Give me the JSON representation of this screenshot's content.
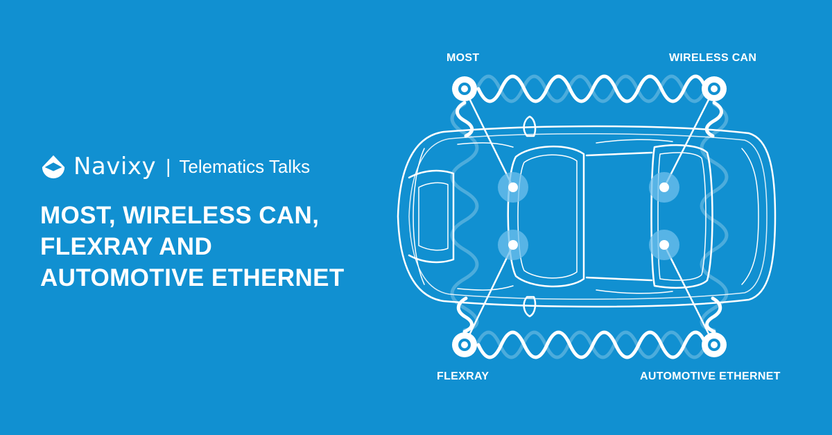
{
  "brand": {
    "name": "Navixy",
    "separator": "|",
    "tagline": "Telematics Talks",
    "logo_icon": "navixy-logo-icon"
  },
  "headline": {
    "lines": [
      "MOST, WIRELESS CAN,",
      "FLEXRAY AND",
      "AUTOMOTIVE ETHERNET"
    ]
  },
  "labels": {
    "top_left": "MOST",
    "top_right": "WIRELESS CAN",
    "bottom_left": "FLEXRAY",
    "bottom_right": "AUTOMOTIVE ETHERNET"
  },
  "colors": {
    "background": "#1190d1",
    "foreground": "#ffffff",
    "node_halo": "#6fc0ec"
  }
}
